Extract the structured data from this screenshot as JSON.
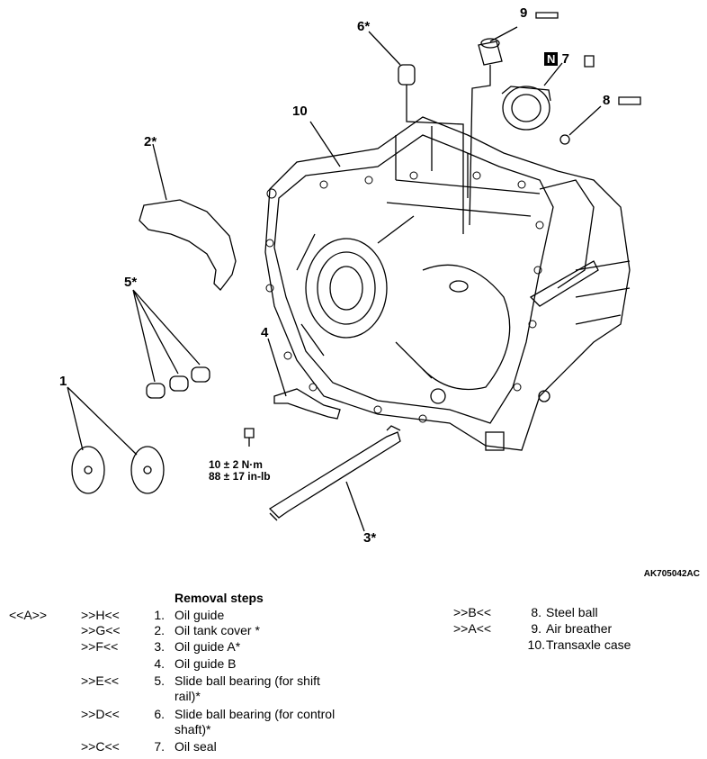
{
  "diagram": {
    "callouts": {
      "c1": "1",
      "c2": "2*",
      "c3": "3*",
      "c4": "4",
      "c5": "5*",
      "c6": "6*",
      "c7": "7",
      "c8": "8",
      "c9": "9",
      "c10": "10"
    },
    "torque": {
      "line1": "10 ± 2 N·m",
      "line2": "88 ± 17 in-lb"
    },
    "nut_symbol": "N",
    "figure_code": "AK705042AC"
  },
  "legend": {
    "title": "Removal steps",
    "left_column": [
      {
        "marker1": "<<A>>",
        "marker2": ">>H<<",
        "num": "1.",
        "text": "Oil guide"
      },
      {
        "marker1": "",
        "marker2": ">>G<<",
        "num": "2.",
        "text": "Oil tank cover *"
      },
      {
        "marker1": "",
        "marker2": ">>F<<",
        "num": "3.",
        "text": "Oil guide A*"
      },
      {
        "marker1": "",
        "marker2": "",
        "num": "4.",
        "text": "Oil guide B"
      },
      {
        "marker1": "",
        "marker2": ">>E<<",
        "num": "5.",
        "text": "Slide ball bearing (for shift rail)*"
      },
      {
        "marker1": "",
        "marker2": ">>D<<",
        "num": "6.",
        "text": "Slide ball bearing (for control shaft)*"
      },
      {
        "marker1": "",
        "marker2": ">>C<<",
        "num": "7.",
        "text": "Oil seal"
      }
    ],
    "right_column": [
      {
        "marker2": ">>B<<",
        "num": "8.",
        "text": "Steel ball"
      },
      {
        "marker2": ">>A<<",
        "num": "9.",
        "text": "Air breather"
      },
      {
        "marker2": "",
        "num": "10.",
        "text": "Transaxle case"
      }
    ]
  }
}
